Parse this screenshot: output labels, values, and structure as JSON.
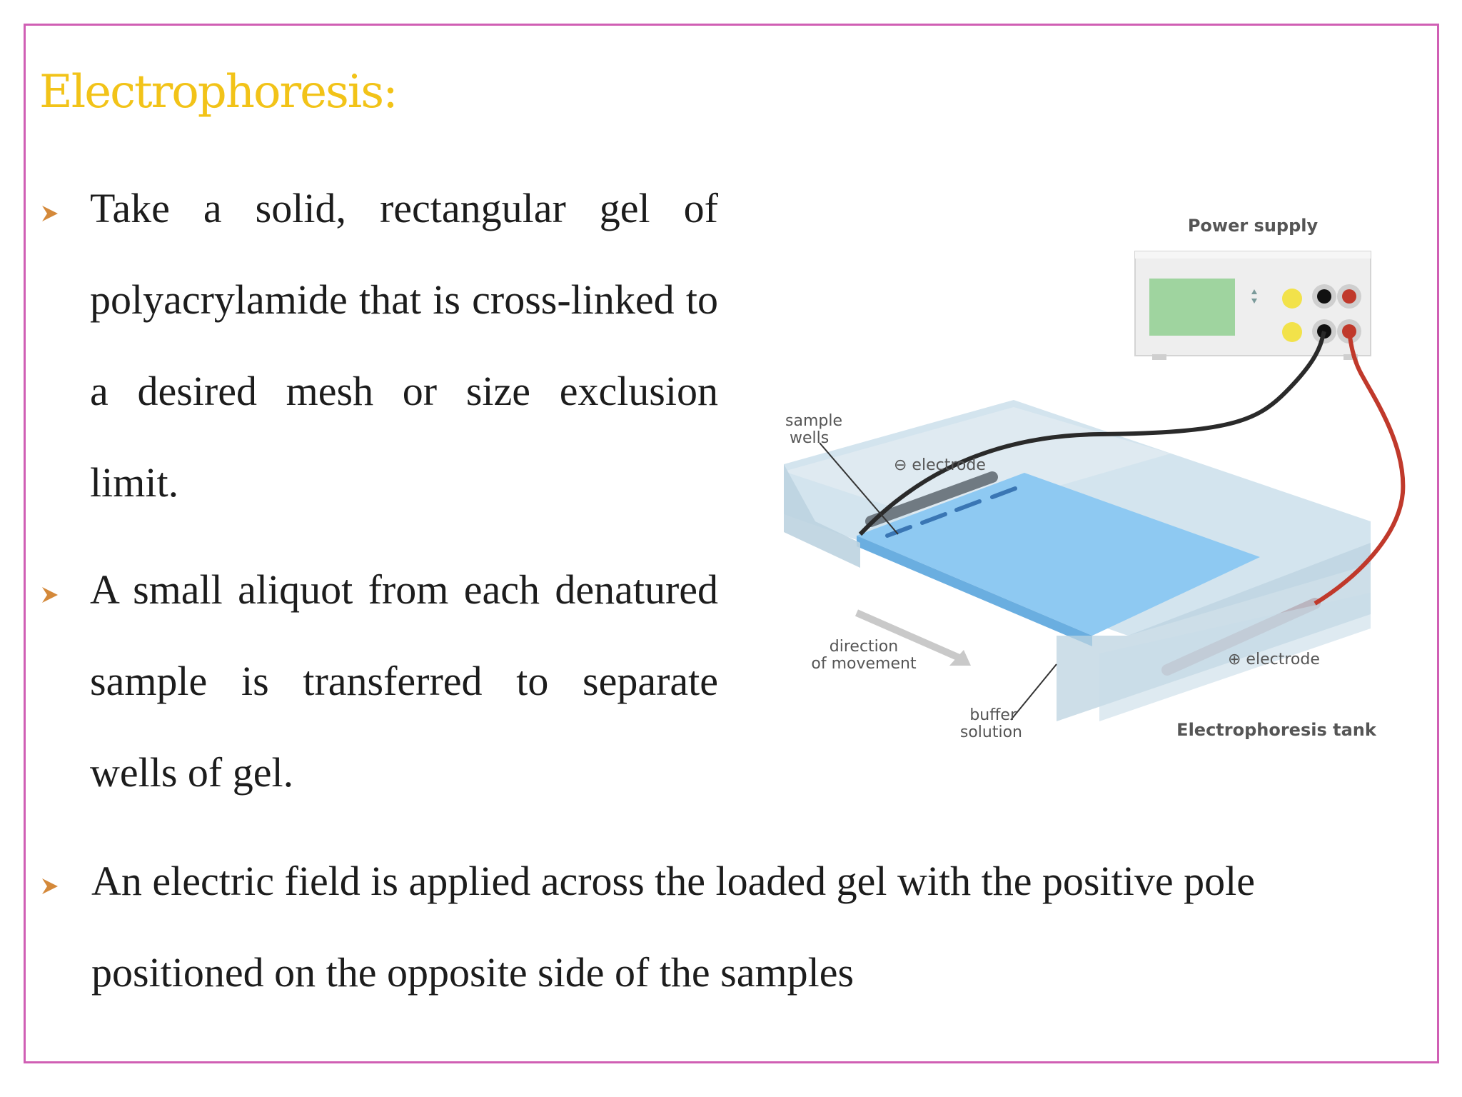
{
  "slide": {
    "title": "Electrophoresis:",
    "bullets": [
      {
        "text": "Take a solid, rectangular gel of polyacrylamide that is cross-linked to a desired mesh or size exclusion limit."
      },
      {
        "text": "A small aliquot from each denatured sample is transferred to separate wells of gel."
      },
      {
        "text": "An electric field is applied across the loaded gel with the positive pole positioned on the opposite side of the samples"
      }
    ]
  },
  "diagram": {
    "power_supply_label": "Power supply",
    "sample_wells_line1": "sample",
    "sample_wells_line2": "wells",
    "neg_electrode_label": "⊖ electrode",
    "pos_electrode_label": "⊕ electrode",
    "direction_line1": "direction",
    "direction_line2": "of movement",
    "buffer_line1": "buffer",
    "buffer_line2": "solution",
    "tank_label": "Electrophoresis tank"
  },
  "colors": {
    "title": "#f2c318",
    "border": "#d05fb4",
    "bullet_arrow": "#d4893a",
    "gel": "#8ec9f2",
    "tank": "#c9dde8",
    "red_wire": "#c0392b",
    "black_wire": "#222222"
  }
}
